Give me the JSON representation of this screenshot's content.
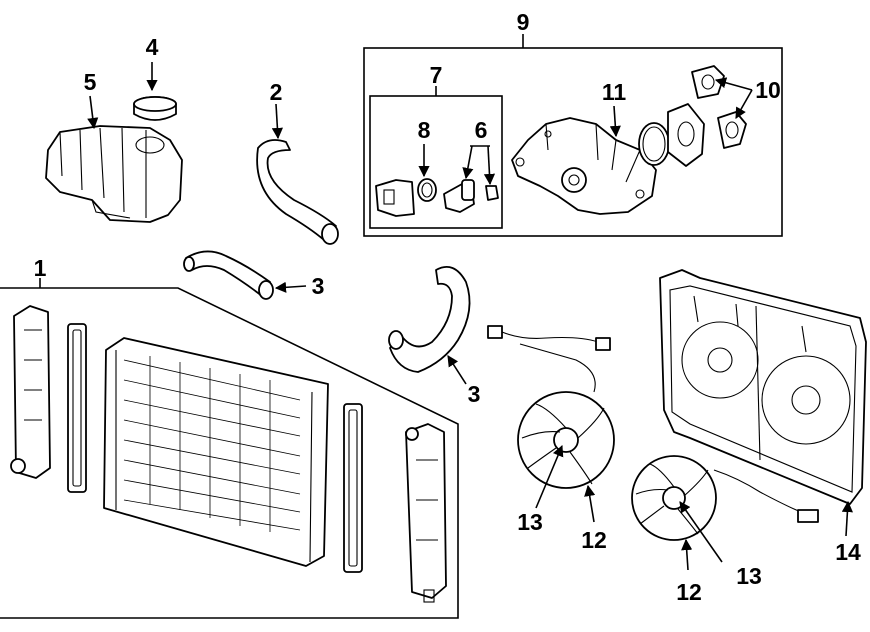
{
  "callouts": {
    "c1": "1",
    "c2": "2",
    "c3a": "3",
    "c3b": "3",
    "c4": "4",
    "c5": "5",
    "c6": "6",
    "c7": "7",
    "c8": "8",
    "c9": "9",
    "c10": "10",
    "c11": "11",
    "c12a": "12",
    "c12b": "12",
    "c13a": "13",
    "c13b": "13",
    "c14": "14"
  }
}
